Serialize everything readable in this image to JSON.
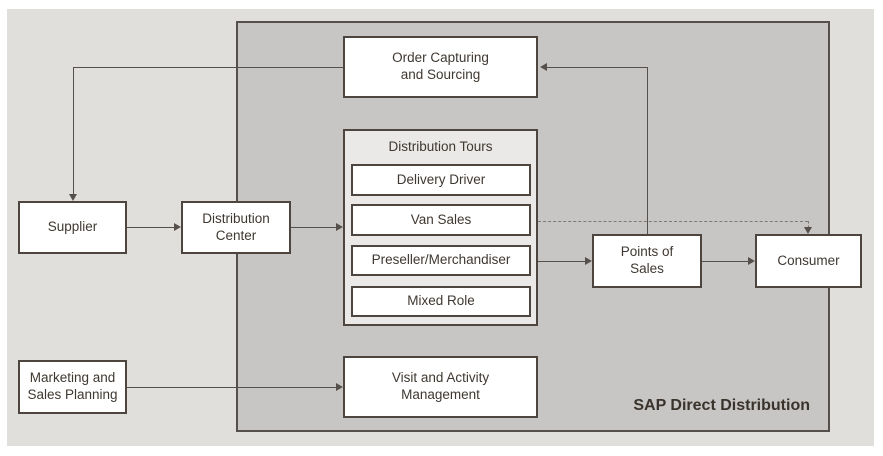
{
  "colors": {
    "outer_background": "#e1dfdc",
    "inner_background": "#c8c6c4",
    "container_background": "#ebe9e7",
    "box_background": "#ffffff",
    "border": "#4d453e",
    "line": "#55504b",
    "dashed_line": "#7d7a76",
    "text": "#3f3831"
  },
  "diagram": {
    "title": "SAP Direct Distribution",
    "nodes": {
      "supplier": "Supplier",
      "distribution_center": "Distribution\nCenter",
      "order_capturing": "Order Capturing\nand Sourcing",
      "distribution_tours": "Distribution Tours",
      "delivery_driver": "Delivery Driver",
      "van_sales": "Van Sales",
      "preseller_merchandiser": "Preseller/Merchandiser",
      "mixed_role": "Mixed Role",
      "points_of_sales": "Points of\nSales",
      "consumer": "Consumer",
      "marketing_sales_planning": "Marketing and\nSales Planning",
      "visit_activity_management": "Visit and Activity\nManagement"
    }
  }
}
